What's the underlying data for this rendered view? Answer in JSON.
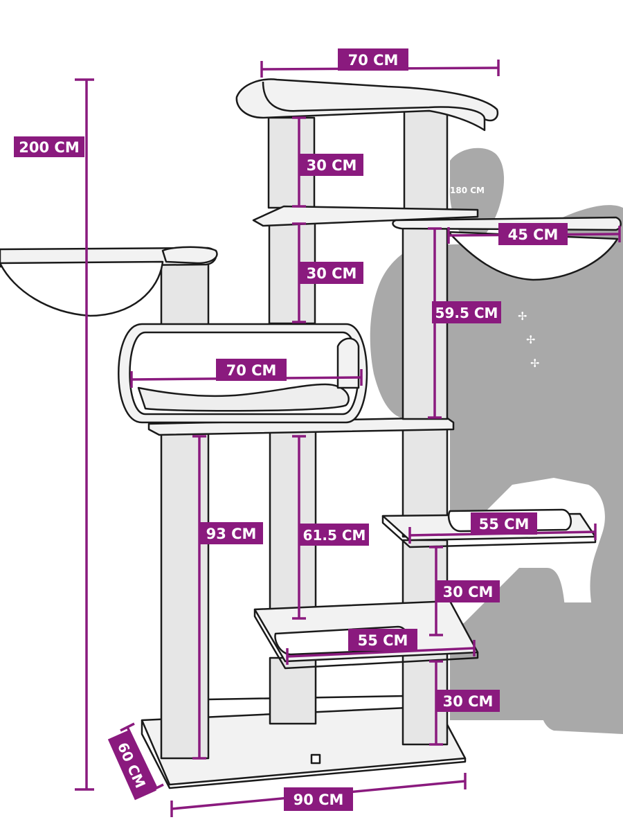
{
  "colors": {
    "accent": "#8a1a7e",
    "label_text": "#ffffff",
    "outline": "#1a1a1a",
    "post_fill": "#e6e6e6",
    "platform_fill": "#f2f2f2",
    "silhouette": "#a9a9a9"
  },
  "person_height_label": "180 CM",
  "dimensions": {
    "total_height": "200 CM",
    "top_perch_width": "70 CM",
    "upper_post_top": "30 CM",
    "upper_post_mid": "30 CM",
    "right_basket_width": "45 CM",
    "right_tall_post": "59.5 CM",
    "cave_width": "70 CM",
    "left_post": "93 CM",
    "center_post": "61.5 CM",
    "right_platform_width": "55 CM",
    "right_lower_post_upper": "30 CM",
    "lower_platform_width": "55 CM",
    "right_lower_post_bottom": "30 CM",
    "base_depth": "60 CM",
    "base_width": "90 CM"
  }
}
